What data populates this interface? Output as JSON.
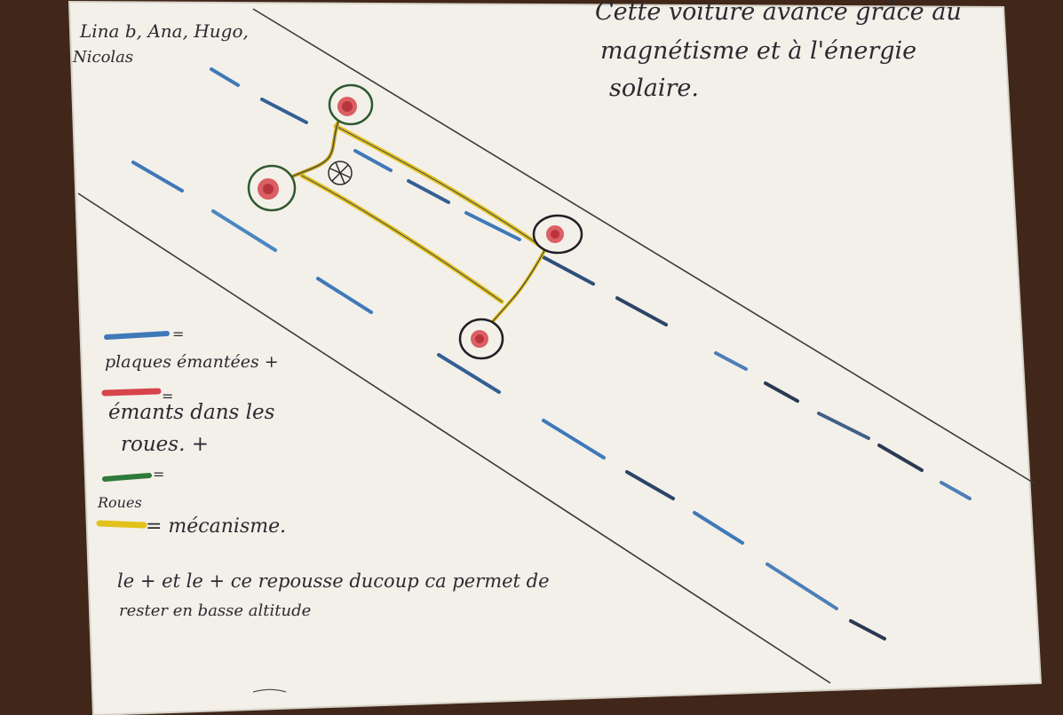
{
  "drawing": {
    "authors": [
      "Lina b, Ana, Hugo,",
      "Nicolas"
    ],
    "description_lines": [
      "Cette voiture avance grâce au",
      "magnétisme et à l'énergie",
      "solaire."
    ],
    "legend": {
      "blue": {
        "color": "#3f79b8",
        "lines": [
          "=",
          "plaques émantées +"
        ]
      },
      "red": {
        "color": "#d6454b",
        "lines": [
          "=",
          "émants dans les",
          "roues. +"
        ]
      },
      "green": {
        "color": "#2e7a3a",
        "lines": [
          "=",
          "Roues"
        ]
      },
      "yellow": {
        "color": "#e2c21a",
        "lines": [
          "= mécanisme."
        ]
      }
    },
    "note_lines": [
      "le + et le + ce repousse ducoup ca permet de",
      "rester en basse altitude"
    ],
    "colors": {
      "paper": "#f3f0ea",
      "table": "#3a2418",
      "ink": "#2a2a30",
      "road_line": "#3a3a3a",
      "magnet_blue": "#3f79b8",
      "magnet_red": "#d6454b",
      "wheel_green": "#2e7a3a",
      "mechanism_yellow": "#e2c21a"
    }
  }
}
